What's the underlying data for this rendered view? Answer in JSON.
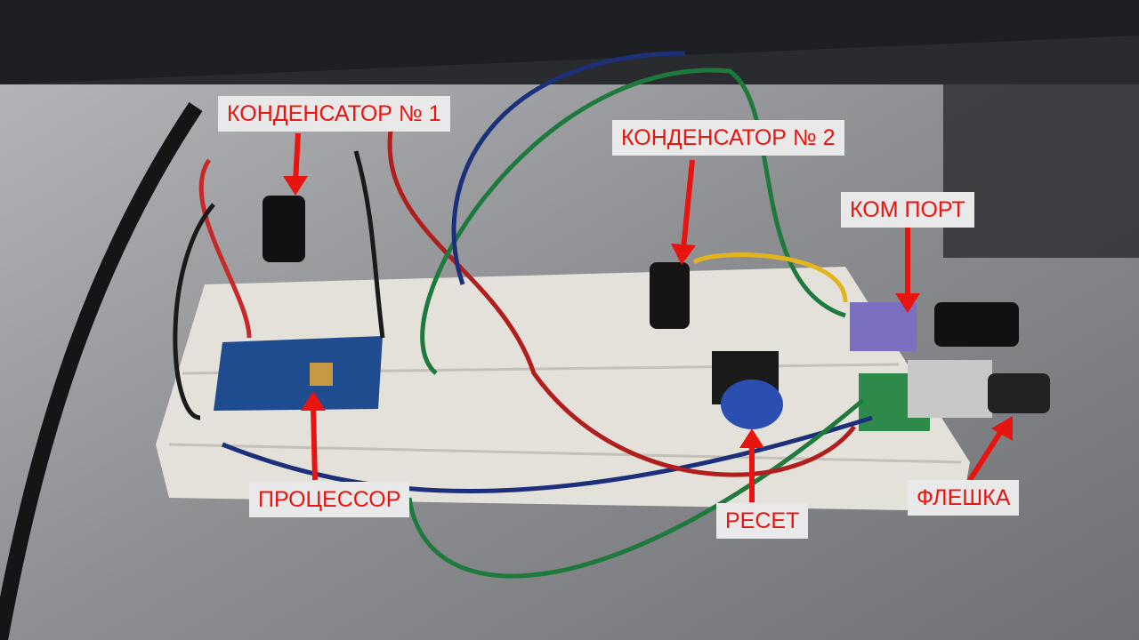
{
  "labels": {
    "capacitor1": "КОНДЕНСАТОР № 1",
    "capacitor2": "КОНДЕНСАТОР № 2",
    "com_port": "КОМ ПОРТ",
    "processor": "ПРОЦЕССОР",
    "reset": "РЕСЕТ",
    "flash": "ФЛЕШКА"
  },
  "colors": {
    "label_text": "#e8140f",
    "label_bg": "#e9e9e9",
    "arrow": "#e8140f"
  }
}
